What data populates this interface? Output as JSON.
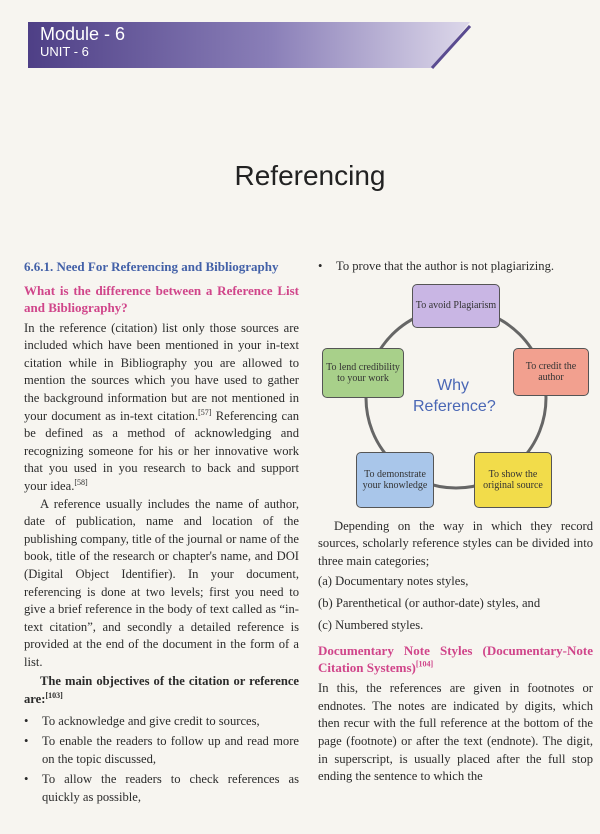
{
  "header": {
    "module": "Module - 6",
    "unit": "UNIT - 6"
  },
  "page_title": "Referencing",
  "left": {
    "section_heading": "6.6.1. Need For Referencing and Bibliography",
    "subheading": "What is the difference between a Reference List and Bibliography?",
    "para1": "In the reference (citation) list only those sources are included which have been mentioned in your in-text citation while in Bibliography you are allowed to mention the sources which you have used to gather the background information but are not mentioned in your document as in-text citation.",
    "para1_sup1": "[57]",
    "para1_cont": " Referencing can be defined as a method of acknowledging and recognizing someone for his or her innovative work that you used in you research to back and support your idea.",
    "para1_sup2": "[58]",
    "para2": "A reference usually includes the name of author, date of publication, name and location of the publishing company, title of the journal or name of the book, title of the research or chapter's name, and DOI (Digital Object Identifier). In your document, referencing is done at two levels; first you need to give a brief reference in the body of text called as “in-text citation”, and secondly a detailed reference is provided at the end of the document in the form of a list.",
    "objectives_heading": "The main objectives of the citation or reference are:",
    "objectives_sup": "[103]",
    "bullets": [
      "To acknowledge and give credit to sources,",
      "To enable the readers to follow up and read more on the topic discussed,",
      "To allow the readers to check references as quickly as possible,"
    ],
    "bullet_char": "•"
  },
  "right": {
    "bullet_top": "To prove that the author is not plagiarizing.",
    "diagram": {
      "center": [
        "Why",
        "Reference?"
      ],
      "nodes": {
        "plagiarism": "To avoid Plagiarism",
        "credit": "To credit the author",
        "source": "To show the original source",
        "knowledge": "To demonstrate your knowledge",
        "credibility": "To lend credibility to your work"
      },
      "colors": {
        "plagiarism": "#c9b6e4",
        "credit": "#f2a08f",
        "source": "#f2dc4a",
        "knowledge": "#a9c6ea",
        "credibility": "#a8d08a"
      }
    },
    "para_styles": "Depending on the way in which they record sources, scholarly reference styles can be divided into three main categories;",
    "styles": [
      "(a)  Documentary notes styles,",
      "(b)  Parenthetical (or author-date) styles, and",
      "(c)  Numbered styles."
    ],
    "doc_heading": "Documentary Note Styles (Documentary-Note Citation Systems)",
    "doc_sup": "[104]",
    "doc_para": "In this, the references are given in footnotes or endnotes. The notes are indicated by digits, which then recur with the full reference at the bottom of the page (footnote) or after the text (endnote). The digit, in superscript, is usually placed after the full stop ending the sentence to which the"
  }
}
